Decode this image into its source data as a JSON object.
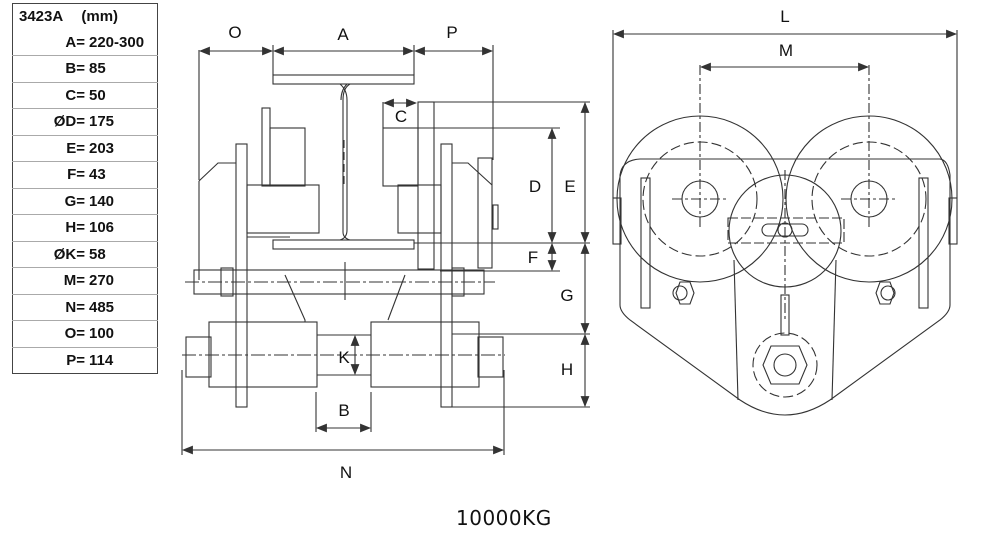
{
  "table": {
    "model": "3423A",
    "unit": "(mm)",
    "rows": [
      {
        "key": "A=",
        "value": "220-300"
      },
      {
        "key": "B=",
        "value": "85"
      },
      {
        "key": "C=",
        "value": "50"
      },
      {
        "key": "ØD=",
        "value": "175"
      },
      {
        "key": "E=",
        "value": "203"
      },
      {
        "key": "F=",
        "value": "43"
      },
      {
        "key": "G=",
        "value": "140"
      },
      {
        "key": "H=",
        "value": "106"
      },
      {
        "key": "ØK=",
        "value": "58"
      },
      {
        "key": "M=",
        "value": "270"
      },
      {
        "key": "N=",
        "value": "485"
      },
      {
        "key": "O=",
        "value": "100"
      },
      {
        "key": "P=",
        "value": "114"
      }
    ]
  },
  "labels": {
    "O": "O",
    "A": "A",
    "P": "P",
    "C": "C",
    "D": "D",
    "E": "E",
    "F": "F",
    "G": "G",
    "H": "H",
    "K": "K",
    "B": "B",
    "N": "N",
    "L": "L",
    "M": "M"
  },
  "caption": "10000KG",
  "colors": {
    "line": "#333333",
    "text": "#111111"
  }
}
